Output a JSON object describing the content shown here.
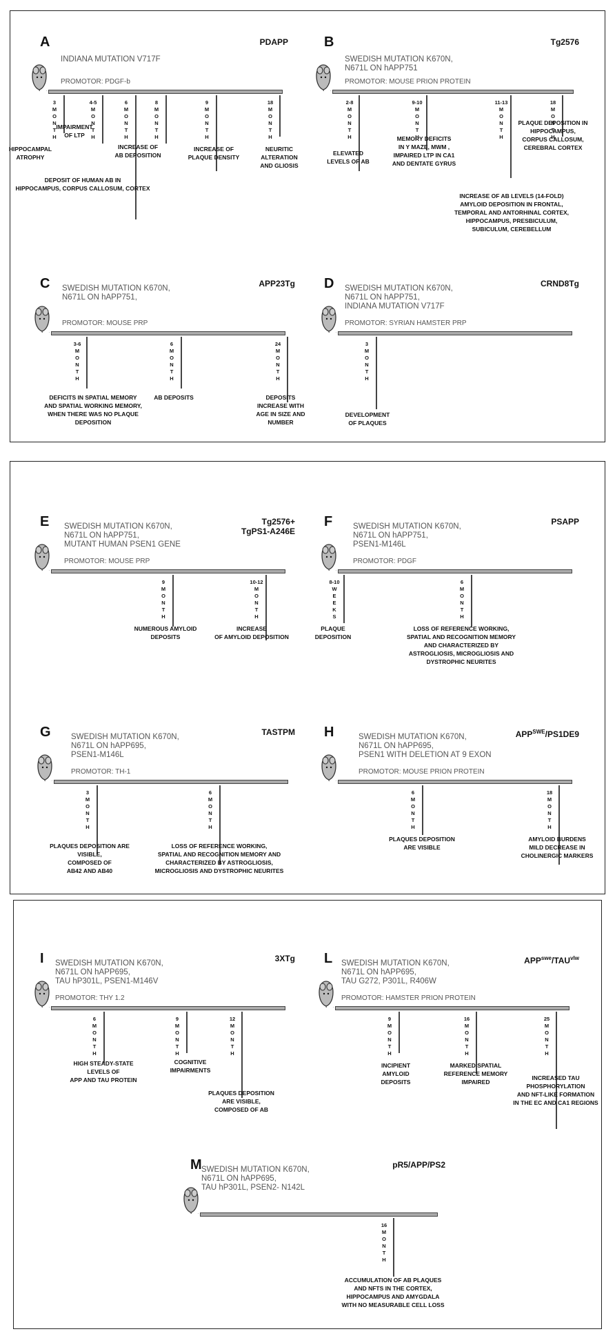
{
  "panels": [
    {
      "id": "A",
      "letter": "A",
      "model": "PDAPP",
      "mutation": "INDIANA MUTATION V717F",
      "promoter": "PROMOTOR: PDGF-b",
      "events": [
        {
          "time": "3\nM\nO\nN\nT\nH",
          "text": "HIPPOCAMPAL\nATROPHY"
        },
        {
          "time": "4-5\nM\nO\nN\nT\nH",
          "text": "IMPAIRMENT\nOF LTP"
        },
        {
          "time": "6\nM\nO\nN\nT\nH",
          "text": "DEPOSIT OF HUMAN Aβ IN\nHIPPOCAMPUS, CORPUS CALLOSUM, CORTEX"
        },
        {
          "time": "8\nM\nO\nN\nT\nH",
          "text": "INCREASE OF\nAβ DEPOSITION"
        },
        {
          "time": "9\nM\nO\nN\nT\nH",
          "text": "INCREASE OF\nPLAQUE DENSITY"
        },
        {
          "time": "18\nM\nO\nN\nT\nH",
          "text": "NEURITIC\nALTERATION\nAND GLIOSIS"
        }
      ]
    },
    {
      "id": "B",
      "letter": "B",
      "model": "Tg2576",
      "mutation": "SWEDISH MUTATION K670N,\nN671L ON hAPP751",
      "promoter": "PROMOTOR: MOUSE PRION PROTEIN",
      "events": [
        {
          "time": "2-8\nM\nO\nN\nT\nH",
          "text": "ELEVATED\nLEVELS OF Aβ"
        },
        {
          "time": "9-10\nM\nO\nN\nT\nH",
          "text": "MEMORY DEFICITS\nIN Y MAZE, MWM ,\nIMPAIRED LTP IN CA1\nAND DENTATE GYRUS"
        },
        {
          "time": "11-13\nM\nO\nN\nT\nH",
          "text": "INCREASE OF Aβ LEVELS (14-FOLD)\nAMYLOID DEPOSITION IN FRONTAL,\nTEMPORAL AND ANTORHINAL CORTEX,\nHIPPOCAMPUS, PRESBICULUM,\nSUBICULUM, CEREBELLUM"
        },
        {
          "time": "18\nM\nO\nN\nT\nH",
          "text": "PLAQUE DEPOSITION IN\nHIPPOCAMPUS,\nCORPUS CALLOSUM,\nCEREBRAL CORTEX"
        }
      ]
    },
    {
      "id": "C",
      "letter": "C",
      "model": "APP23Tg",
      "mutation": "SWEDISH MUTATION K670N,\nN671L ON hAPP751,",
      "promoter": "PROMOTOR: MOUSE PRP",
      "events": [
        {
          "time": "3-6\nM\nO\nN\nT\nH",
          "text": "DEFICITS IN SPATIAL MEMORY\nAND SPATIAL WORKING MEMORY,\nWHEN THERE WAS NO PLAQUE\nDEPOSITION"
        },
        {
          "time": "6\nM\nO\nN\nT\nH",
          "text": "Aβ DEPOSITS"
        },
        {
          "time": "24\nM\nO\nN\nT\nH",
          "text": "DEPOSITS\nINCREASE WITH\nAGE IN SIZE AND\nNUMBER"
        }
      ]
    },
    {
      "id": "D",
      "letter": "D",
      "model": "CRND8Tg",
      "mutation": "SWEDISH MUTATION K670N,\nN671L ON hAPP751,\nINDIANA MUTATION V717F",
      "promoter": "PROMOTOR: SYRIAN HAMSTER PRP",
      "events": [
        {
          "time": "3\nM\nO\nN\nT\nH",
          "text": "DEVELOPMENT\nOF PLAQUES"
        }
      ]
    },
    {
      "id": "E",
      "letter": "E",
      "model": "Tg2576+\nTgPS1-A246E",
      "mutation": "SWEDISH MUTATION K670N,\nN671L ON hAPP751,\nMUTANT HUMAN PSEN1 GENE",
      "promoter": "PROMOTOR: MOUSE PRP",
      "events": [
        {
          "time": "9\nM\nO\nN\nT\nH",
          "text": "NUMEROUS AMYLOID\nDEPOSITS"
        },
        {
          "time": "10-12\nM\nO\nN\nT\nH",
          "text": "INCREASE\nOF AMYLOID DEPOSITION"
        }
      ]
    },
    {
      "id": "F",
      "letter": "F",
      "model": "PSAPP",
      "mutation": "SWEDISH MUTATION K670N,\nN671L ON hAPP751,\nPSEN1-M146L",
      "promoter": "PROMOTOR: PDGF",
      "events": [
        {
          "time": "8-10\nW\nE\nE\nK\nS",
          "text": "PLAQUE\nDEPOSITION"
        },
        {
          "time": "6\nM\nO\nN\nT\nH",
          "text": "LOSS OF REFERENCE WORKING,\nSPATIAL AND RECOGNITION MEMORY\nAND CHARACTERIZED BY\nASTROGLIOSIS, MICROGLIOSIS AND\nDYSTROPHIC NEURITES"
        }
      ]
    },
    {
      "id": "G",
      "letter": "G",
      "model": "TASTPM",
      "mutation": "SWEDISH MUTATION K670N,\nN671L ON hAPP695,\nPSEN1-M146L",
      "promoter": "PROMOTOR: TH-1",
      "events": [
        {
          "time": "3\nM\nO\nN\nT\nH",
          "text": "PLAQUES DEPOSITION ARE\nVISIBLE,\nCOMPOSED OF\nAβ42 AND Aβ40"
        },
        {
          "time": "6\nM\nO\nN\nT\nH",
          "text": "LOSS OF REFERENCE WORKING,\nSPATIAL AND RECOGNITION MEMORY AND\nCHARACTERIZED BY ASTROGLIOSIS,\nMICROGLIOSIS AND DYSTROPHIC NEURITES"
        }
      ]
    },
    {
      "id": "H",
      "letter": "H",
      "model": "APP",
      "model_sup": "SWE",
      "model_tail": "/PS1DE9",
      "mutation": "SWEDISH MUTATION K670N,\nN671L ON hAPP695,\nPSEN1 WITH DELETION AT 9 EXON",
      "promoter": "PROMOTOR: MOUSE PRION PROTEIN",
      "events": [
        {
          "time": "6\nM\nO\nN\nT\nH",
          "text": "PLAQUES DEPOSITION\nARE VISIBLE"
        },
        {
          "time": "18\nM\nO\nN\nT\nH",
          "text": "AMYLOID BURDENS\nMILD DECREASE IN\nCHOLINERGIC MARKERS"
        }
      ]
    },
    {
      "id": "I",
      "letter": "I",
      "model": "3XTg",
      "mutation": "SWEDISH MUTATION K670N,\nN671L ON hAPP695,\nTAU hP301L, PSEN1-M146V",
      "promoter": "PROMOTOR: THY 1.2",
      "events": [
        {
          "time": "6\nM\nO\nN\nT\nH",
          "text": "HIGH STEADY-STATE\nLEVELS OF\nAPP AND TAU PROTEIN"
        },
        {
          "time": "9\nM\nO\nN\nT\nH",
          "text": "COGNITIVE\nIMPAIRMENTS"
        },
        {
          "time": "12\nM\nO\nN\nT\nH",
          "text": "PLAQUES DEPOSITION\nARE VISIBLE,\nCOMPOSED OF Aβ"
        }
      ]
    },
    {
      "id": "L",
      "letter": "L",
      "model": "APP",
      "model_sup": "swe",
      "model_tail": "/TAU",
      "model_sup2": "vlw",
      "mutation": "SWEDISH MUTATION K670N,\nN671L ON hAPP695,\nTAU G272, P301L, R406W",
      "promoter": "PROMOTOR: HAMSTER PRION PROTEIN",
      "events": [
        {
          "time": "9\nM\nO\nN\nT\nH",
          "text": "INCIPIENT\nAMYLOID\nDEPOSITS"
        },
        {
          "time": "16\nM\nO\nN\nT\nH",
          "text": "MARKED SPATIAL\nREFERENCE MEMORY\nIMPAIRED"
        },
        {
          "time": "25\nM\nO\nN\nT\nH",
          "text": "INCREASED TAU\nPHOSPHORYLATION\nAND NFT-LIKE FORMATION\nIN THE EC AND CA1 REGIONS"
        }
      ]
    },
    {
      "id": "M",
      "letter": "M",
      "model": "pR5/APP/PS2",
      "mutation": "SWEDISH MUTATION K670N,\nN671L ON hAPP695,\nTAU hP301L, PSEN2- N142L",
      "promoter": "",
      "events": [
        {
          "time": "16\nM\nO\nN\nT\nH",
          "text": "ACCUMULATION OF Aβ PLAQUES\nAND NFTS IN THE CORTEX,\nHIPPOCAMPUS AND AMYGDALA\nWITH NO MEASURABLE CELL LOSS"
        }
      ]
    }
  ]
}
